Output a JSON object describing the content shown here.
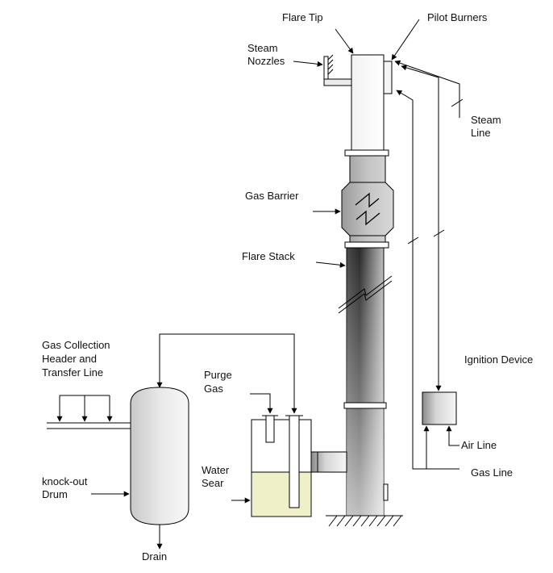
{
  "labels": {
    "flare_tip": "Flare Tip",
    "pilot_burners": "Pilot Burners",
    "steam_nozzles": [
      "Steam",
      "Nozzles"
    ],
    "steam_line": [
      "Steam",
      "Line"
    ],
    "gas_barrier": "Gas Barrier",
    "flare_stack": "Flare Stack",
    "gas_collection": [
      "Gas Collection",
      "Header and",
      "Transfer Line"
    ],
    "ignition_device": "Ignition Device",
    "purge_gas": [
      "Purge",
      "Gas"
    ],
    "knockout_drum": [
      "knock-out",
      "Drum"
    ],
    "water_seal": [
      "Water",
      "Sear"
    ],
    "air_line": "Air Line",
    "gas_line": "Gas Line",
    "drain": "Drain"
  },
  "colors": {
    "stack_dark": "#2a2a2a",
    "stack_light": "#e8e8e8",
    "water": "#f0f0c8",
    "barrier": "#bdbdbd"
  }
}
